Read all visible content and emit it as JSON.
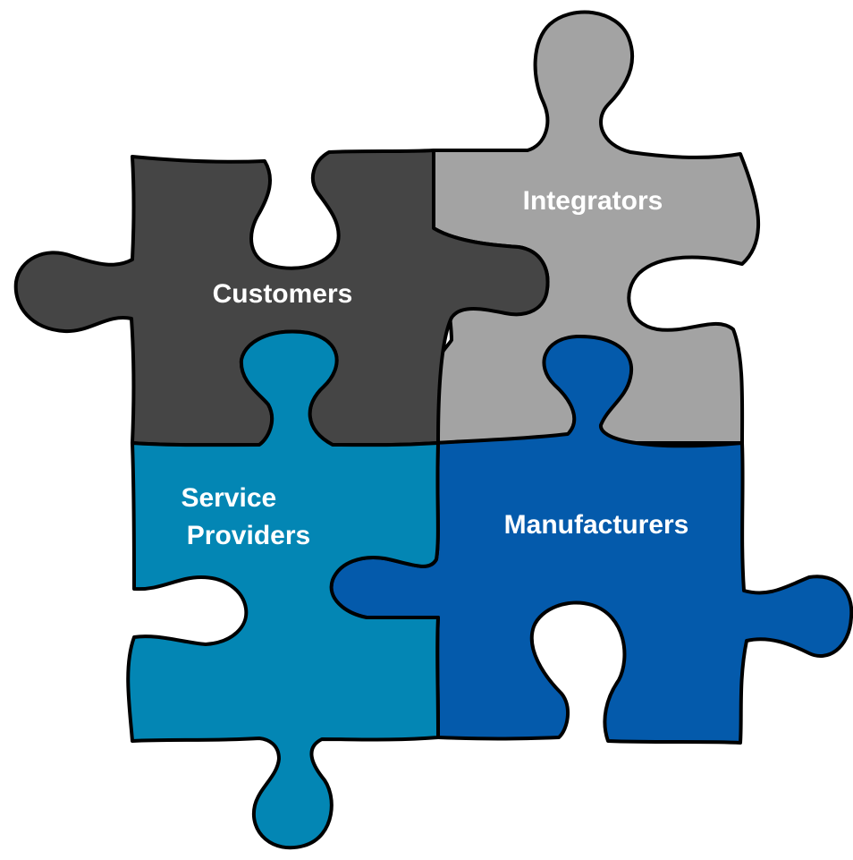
{
  "diagram": {
    "pieces": [
      {
        "id": "customers",
        "label_lines": [
          "Customers"
        ],
        "color": "#454545"
      },
      {
        "id": "integrators",
        "label_lines": [
          "Integrators"
        ],
        "color": "#a3a3a3"
      },
      {
        "id": "service-providers",
        "label_lines": [
          "Service",
          "Providers"
        ],
        "color": "#0386b4"
      },
      {
        "id": "manufacturers",
        "label_lines": [
          "Manufacturers"
        ],
        "color": "#045aab"
      }
    ]
  }
}
